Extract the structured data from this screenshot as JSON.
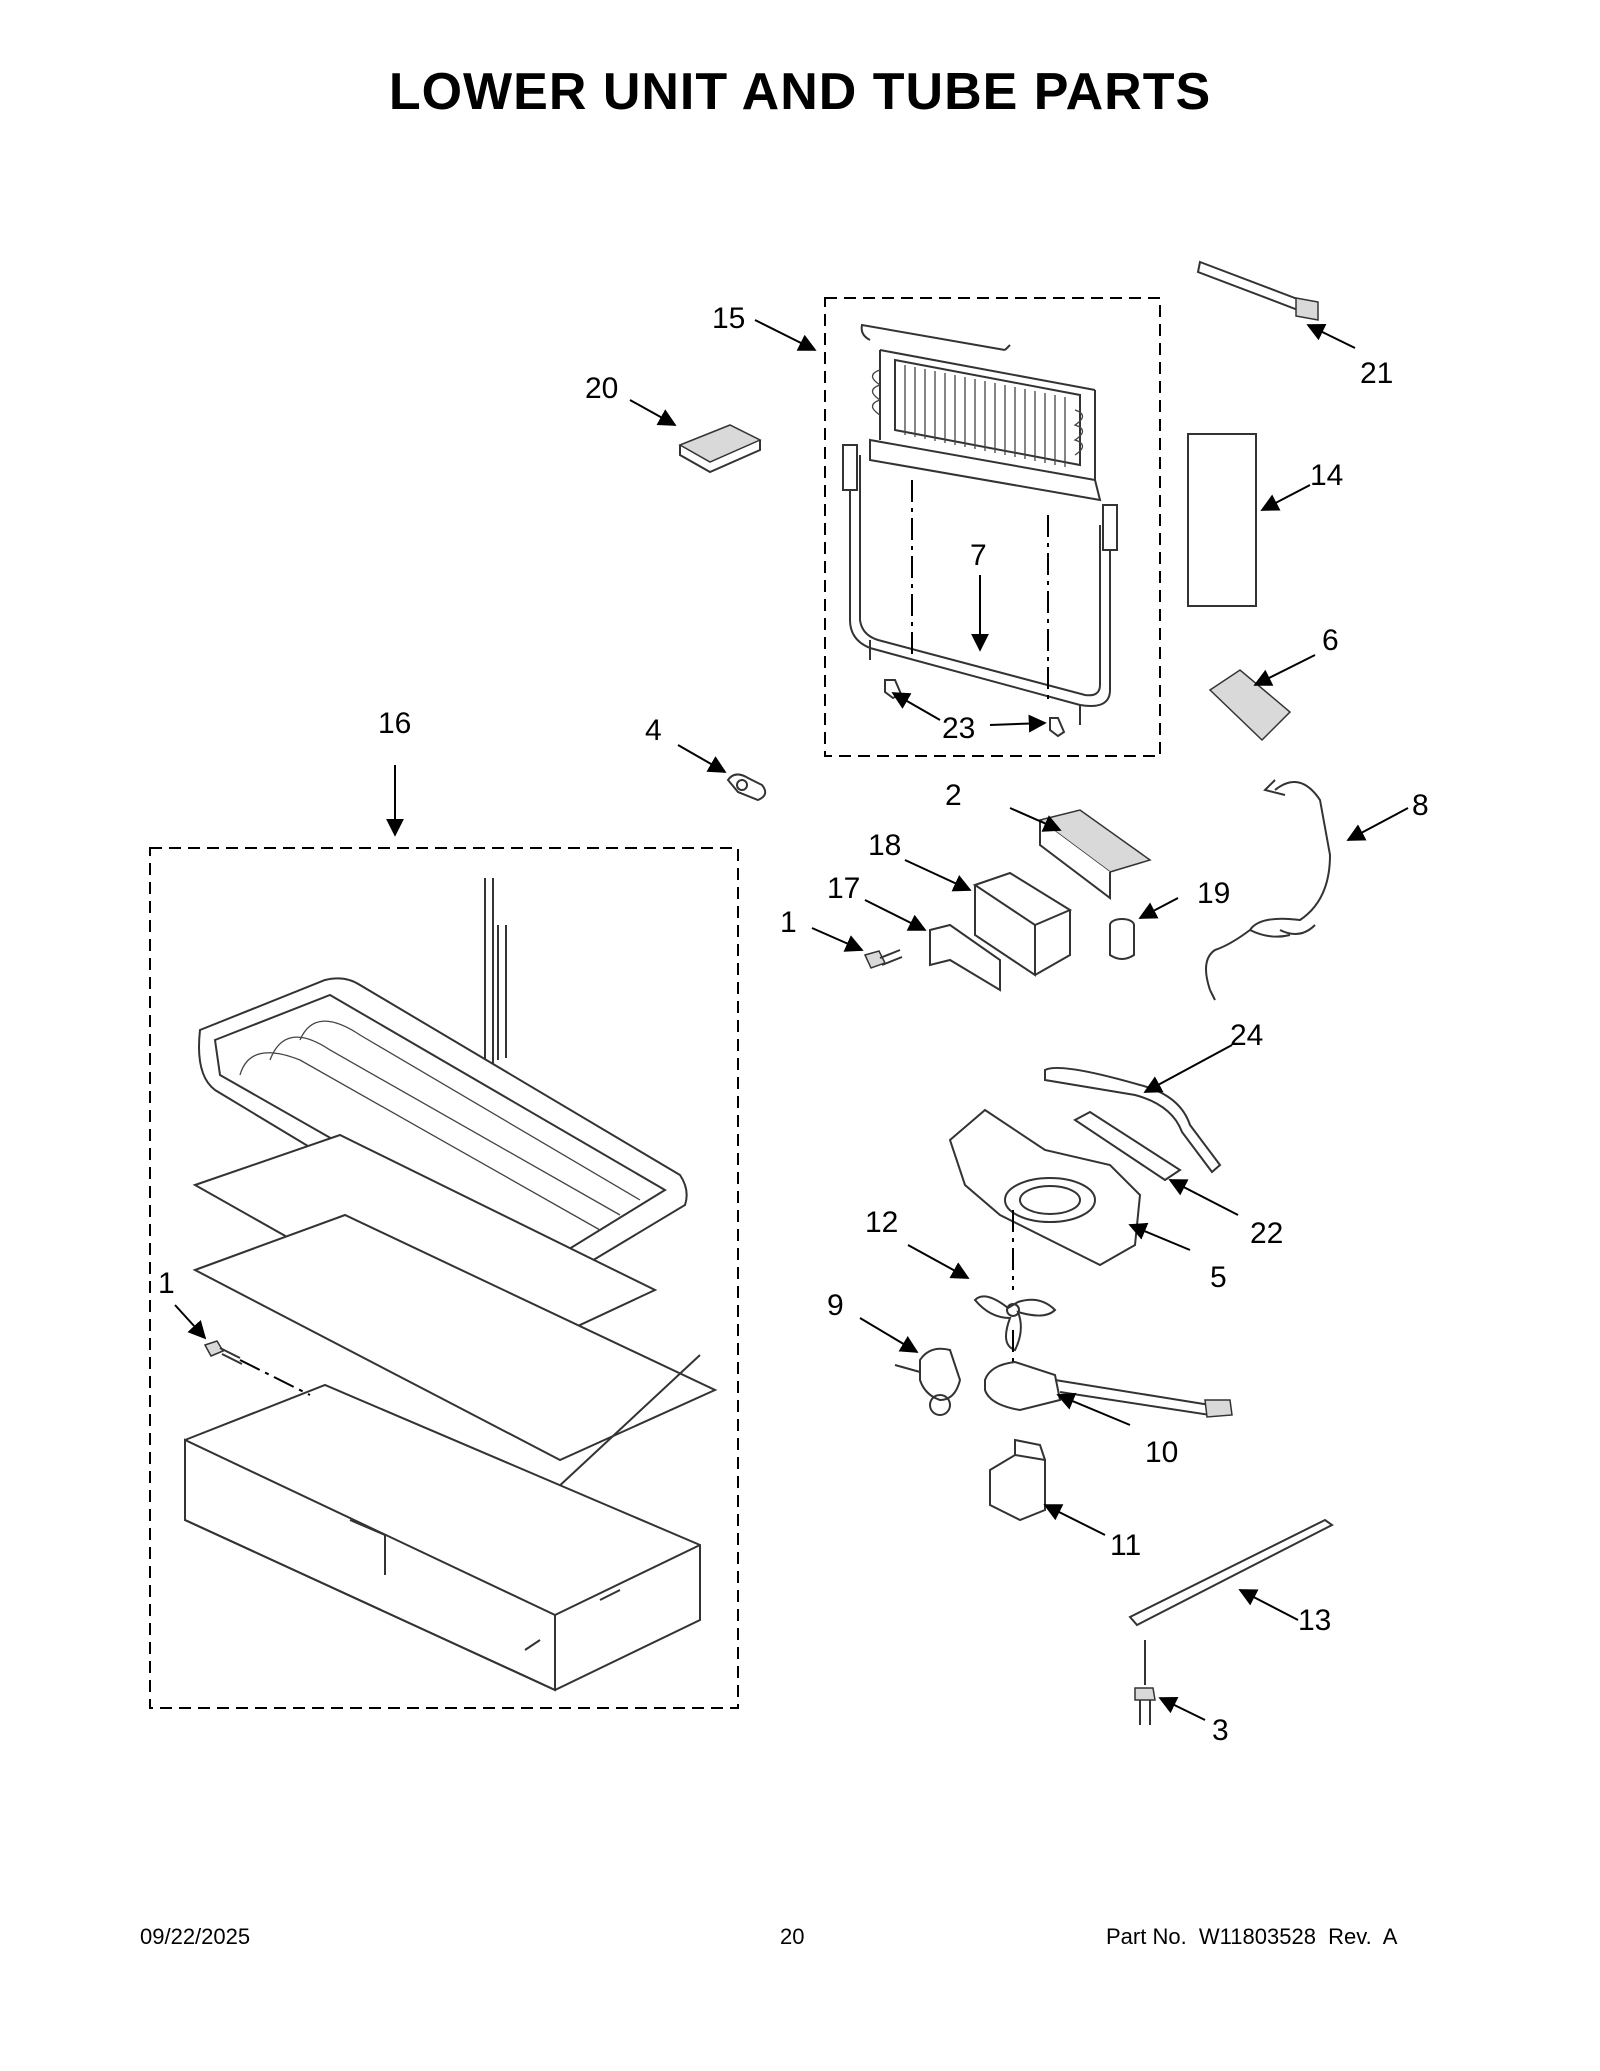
{
  "page": {
    "title": "LOWER UNIT AND TUBE PARTS",
    "date": "09/22/2025",
    "page_number": "20",
    "part_no": "Part No.  W11803528  Rev.  A"
  },
  "callouts": {
    "c1a": "1",
    "c1b": "1",
    "c2": "2",
    "c3": "3",
    "c4": "4",
    "c5": "5",
    "c6": "6",
    "c7": "7",
    "c8": "8",
    "c9": "9",
    "c10": "10",
    "c11": "11",
    "c12": "12",
    "c13": "13",
    "c14": "14",
    "c15": "15",
    "c16": "16",
    "c17": "17",
    "c18": "18",
    "c19": "19",
    "c20": "20",
    "c21": "21",
    "c22": "22",
    "c23": "23",
    "c24": "24"
  }
}
